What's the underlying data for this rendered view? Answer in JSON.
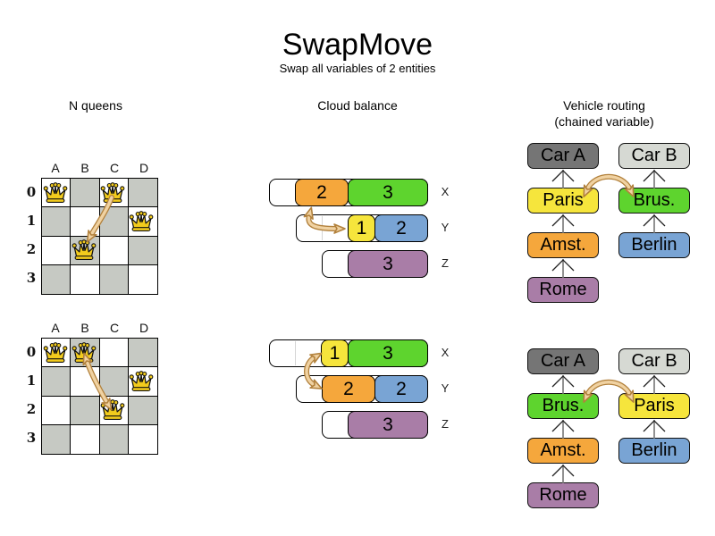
{
  "title": "SwapMove",
  "subtitle": "Swap all variables of 2 entities",
  "colors": {
    "orange": "#f5a73c",
    "green": "#5ed42e",
    "yellow": "#f6e53c",
    "blue": "#79a4d4",
    "purple": "#a97da7",
    "car_a_gray": "#757575",
    "car_b_gray": "#d6d9d3",
    "board_dark_cell": "#c6c9c3",
    "queen_gold": "#f2cb1d",
    "swap_arrow_fill": "#f0d2a2",
    "swap_arrow_outline": "#b2813c"
  },
  "sections": {
    "nqueens": {
      "header": "N queens",
      "columns": [
        "A",
        "B",
        "C",
        "D"
      ],
      "rows": [
        "0",
        "1",
        "2",
        "3"
      ],
      "before": {
        "queens": [
          "A0",
          "C0",
          "D1",
          "B2"
        ],
        "swap": [
          "C0",
          "B2"
        ]
      },
      "after": {
        "queens": [
          "A0",
          "B0",
          "D1",
          "C2"
        ],
        "swap": [
          "B0",
          "C2"
        ]
      }
    },
    "cloud": {
      "header": "Cloud balance",
      "before": {
        "rows": [
          {
            "label": "X",
            "blocks": [
              {
                "value": "2",
                "color": "orange"
              },
              {
                "value": "3",
                "color": "green"
              }
            ]
          },
          {
            "label": "Y",
            "blocks": [
              {
                "value": "1",
                "color": "yellow"
              },
              {
                "value": "2",
                "color": "blue"
              }
            ]
          },
          {
            "label": "Z",
            "blocks": [
              {
                "value": "3",
                "color": "purple"
              }
            ]
          }
        ],
        "swap": [
          "X:2",
          "Y:1"
        ]
      },
      "after": {
        "rows": [
          {
            "label": "X",
            "blocks": [
              {
                "value": "1",
                "color": "yellow"
              },
              {
                "value": "3",
                "color": "green"
              }
            ]
          },
          {
            "label": "Y",
            "blocks": [
              {
                "value": "2",
                "color": "orange"
              },
              {
                "value": "2",
                "color": "blue"
              }
            ]
          },
          {
            "label": "Z",
            "blocks": [
              {
                "value": "3",
                "color": "purple"
              }
            ]
          }
        ],
        "swap": [
          "X:1",
          "Y:2"
        ]
      }
    },
    "vrp": {
      "header_line1": "Vehicle routing",
      "header_line2": "(chained variable)",
      "before": {
        "left_chain": [
          {
            "label": "Car A",
            "color": "car-a"
          },
          {
            "label": "Paris",
            "color": "yellow"
          },
          {
            "label": "Amst.",
            "color": "orange"
          },
          {
            "label": "Rome",
            "color": "purple"
          }
        ],
        "right_chain": [
          {
            "label": "Car B",
            "color": "car-b"
          },
          {
            "label": "Brus.",
            "color": "green"
          },
          {
            "label": "Berlin",
            "color": "blue"
          }
        ],
        "swap": [
          "Paris",
          "Brus."
        ]
      },
      "after": {
        "left_chain": [
          {
            "label": "Car A",
            "color": "car-a"
          },
          {
            "label": "Brus.",
            "color": "green"
          },
          {
            "label": "Amst.",
            "color": "orange"
          },
          {
            "label": "Rome",
            "color": "purple"
          }
        ],
        "right_chain": [
          {
            "label": "Car B",
            "color": "car-b"
          },
          {
            "label": "Paris",
            "color": "yellow"
          },
          {
            "label": "Berlin",
            "color": "blue"
          }
        ],
        "swap": [
          "Brus.",
          "Paris"
        ]
      }
    }
  }
}
